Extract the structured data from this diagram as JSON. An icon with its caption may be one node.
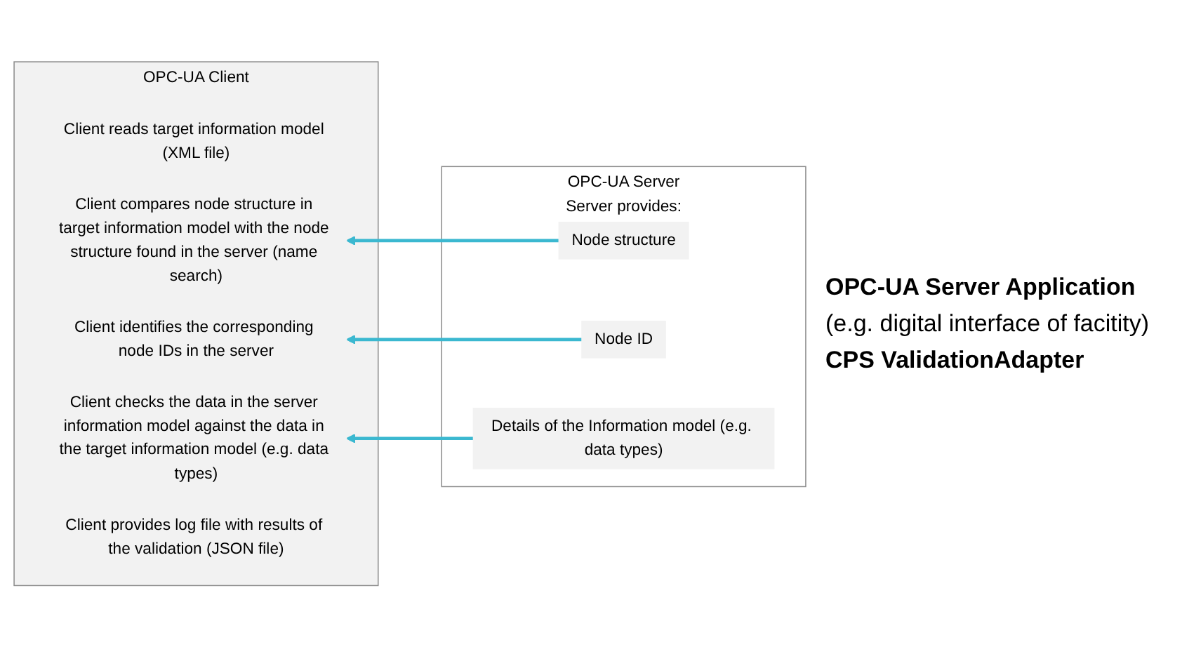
{
  "diagram": {
    "nodes": [
      {
        "text": [
          "OPC-UA Client"
        ]
      },
      {
        "text": [
          "Client reads target information model (XML file)"
        ],
        "in": 0
      },
      {
        "text": [
          "Client compares node structure in target information model with the node structure found in the server (name search)"
        ],
        "in": 0
      },
      {
        "text": [
          "Client identifies the corresponding node IDs in the server"
        ],
        "in": 0
      },
      {
        "text": [
          "Client checks the data in the server information model against the data in the target information model (e.g. data types)"
        ],
        "in": 0
      },
      {
        "text": [
          "Client provides log file with results of the validation (JSON file)"
        ],
        "in": 0
      },
      {
        "text": [
          "OPC-UA Server",
          "Server provides:"
        ]
      },
      {
        "text": [
          "Node structure"
        ],
        "in": 6
      },
      {
        "text": [
          "Node ID"
        ],
        "in": 6
      },
      {
        "text": [
          "Details of the Information model (e.g. data types)"
        ],
        "in": 6
      }
    ],
    "edges": [
      {
        "from": 7,
        "to": 2,
        "arrow": "to"
      },
      {
        "from": 8,
        "to": 3,
        "arrow": "to"
      },
      {
        "from": 9,
        "to": 4,
        "arrow": "to"
      }
    ],
    "labels": [
      "OPC-UA Server Application",
      "(e.g. digital interface of facitity)",
      "CPS ValidationAdapter"
    ]
  }
}
